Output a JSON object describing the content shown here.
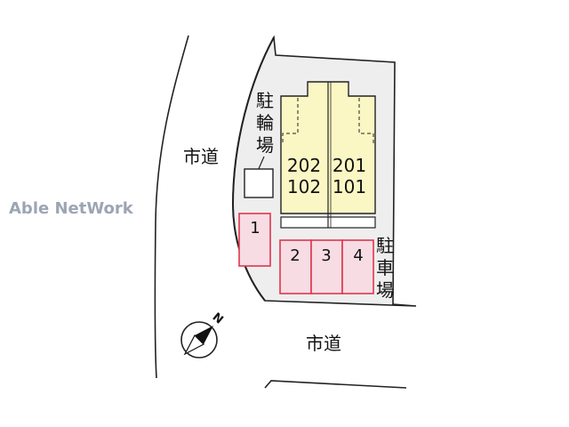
{
  "watermark": "Able NetWork",
  "roads": {
    "west_label": "市道",
    "south_label": "市道"
  },
  "bicycle_parking": {
    "label_chars": [
      "駐",
      "輪",
      "場"
    ]
  },
  "car_parking": {
    "label_chars": [
      "駐",
      "車",
      "場"
    ],
    "spaces": [
      "1",
      "2",
      "3",
      "4"
    ]
  },
  "building": {
    "units": [
      {
        "upper": "202",
        "lower": "102"
      },
      {
        "upper": "201",
        "lower": "101"
      }
    ]
  },
  "north_arrow": {
    "label": "N"
  },
  "colors": {
    "lot_fill": "#eeeeee",
    "building_fill": "#fbf7c4",
    "parking_fill": "#f7dce4",
    "parking_stroke": "#e0364e",
    "line": "#222222"
  }
}
